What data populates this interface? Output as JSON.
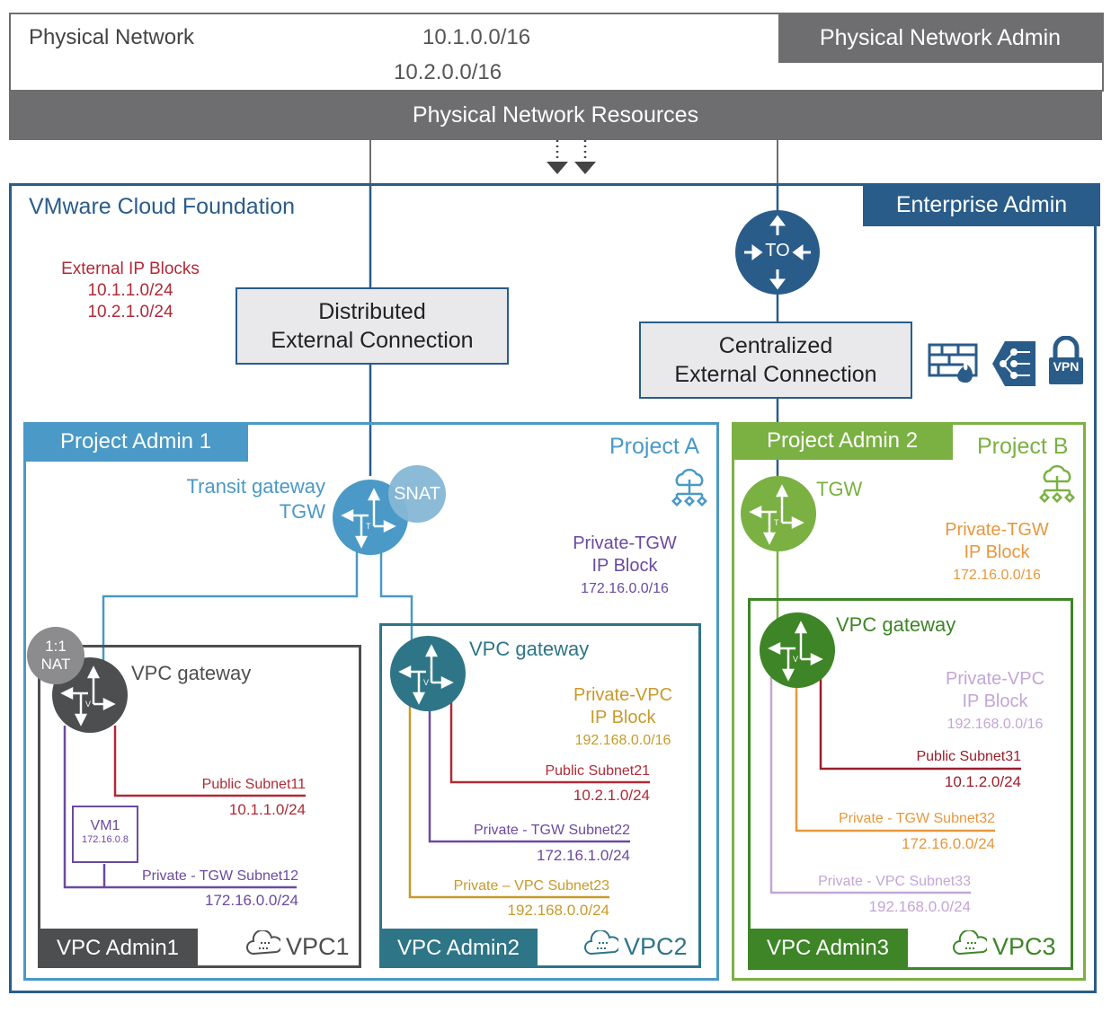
{
  "physical_network": {
    "title": "Physical Network",
    "admin_label": "Physical Network Admin",
    "resources_label": "Physical Network Resources",
    "cidrs": [
      "10.1.0.0/16",
      "10.2.0.0/16"
    ]
  },
  "vcf": {
    "title": "VMware Cloud Foundation",
    "admin_label": "Enterprise Admin",
    "external_ip_blocks": {
      "label": "External IP Blocks",
      "cidrs": [
        "10.1.1.0/24",
        "10.2.1.0/24"
      ]
    },
    "distributed_connection": {
      "line1": "Distributed",
      "line2": "External Connection"
    },
    "centralized_connection": {
      "line1": "Centralized",
      "line2": "External Connection"
    },
    "t0_label": "TO",
    "services_icons": [
      "firewall-icon",
      "load-balancer-icon",
      "vpn-icon"
    ],
    "vpn_text": "VPN"
  },
  "project_a": {
    "admin_label": "Project Admin 1",
    "name": "Project A",
    "tgw_label_line1": "Transit gateway",
    "tgw_label_line2": "TGW",
    "snat_label": "SNAT",
    "private_tgw_block": {
      "line1": "Private-TGW",
      "line2": "IP Block",
      "cidr": "172.16.0.0/16"
    },
    "vpcs": [
      {
        "admin_label": "VPC Admin1",
        "name": "VPC1",
        "gateway_label": "VPC gateway",
        "nat_label_line1": "1:1",
        "nat_label_line2": "NAT",
        "vm": {
          "name": "VM1",
          "ip": "172.16.0.8"
        },
        "subnets": [
          {
            "name": "Public Subnet11",
            "cidr": "10.1.1.0/24",
            "type": "public"
          },
          {
            "name": "Private - TGW Subnet12",
            "cidr": "172.16.0.0/24",
            "type": "private-tgw"
          }
        ]
      },
      {
        "admin_label": "VPC Admin2",
        "name": "VPC2",
        "gateway_label": "VPC gateway",
        "private_vpc_block": {
          "line1": "Private-VPC",
          "line2": "IP Block",
          "cidr": "192.168.0.0/16"
        },
        "subnets": [
          {
            "name": "Public Subnet21",
            "cidr": "10.2.1.0/24",
            "type": "public"
          },
          {
            "name": "Private - TGW Subnet22",
            "cidr": "172.16.1.0/24",
            "type": "private-tgw"
          },
          {
            "name": "Private – VPC Subnet23",
            "cidr": "192.168.0.0/24",
            "type": "private-vpc"
          }
        ]
      }
    ]
  },
  "project_b": {
    "admin_label": "Project Admin 2",
    "name": "Project B",
    "tgw_label": "TGW",
    "private_tgw_block": {
      "line1": "Private-TGW",
      "line2": "IP Block",
      "cidr": "172.16.0.0/16"
    },
    "vpcs": [
      {
        "admin_label": "VPC Admin3",
        "name": "VPC3",
        "gateway_label": "VPC gateway",
        "private_vpc_block": {
          "line1": "Private-VPC",
          "line2": "IP Block",
          "cidr": "192.168.0.0/16"
        },
        "subnets": [
          {
            "name": "Public Subnet31",
            "cidr": "10.1.2.0/24",
            "type": "public"
          },
          {
            "name": "Private - TGW Subnet32",
            "cidr": "172.16.0.0/24",
            "type": "private-tgw"
          },
          {
            "name": "Private - VPC Subnet33",
            "cidr": "192.168.0.0/24",
            "type": "private-vpc"
          }
        ]
      }
    ]
  },
  "colors": {
    "physical_gray": "#6e6e70",
    "vcf_blue": "#2a5c8a",
    "project_a_blue": "#4a99c6",
    "snat_light_blue": "#86b8d6",
    "project_b_green": "#7ab142",
    "vpc1_gray": "#4d4e50",
    "vpc2_teal": "#2e7587",
    "vpc3_green": "#3d8526",
    "public_red": "#b02a37",
    "private_tgw_purple": "#6a4aa0",
    "private_vpc_gold": "#c89a2a",
    "project_b_orange": "#e8973c",
    "vpc3_private_lavender": "#c3a6d6"
  }
}
